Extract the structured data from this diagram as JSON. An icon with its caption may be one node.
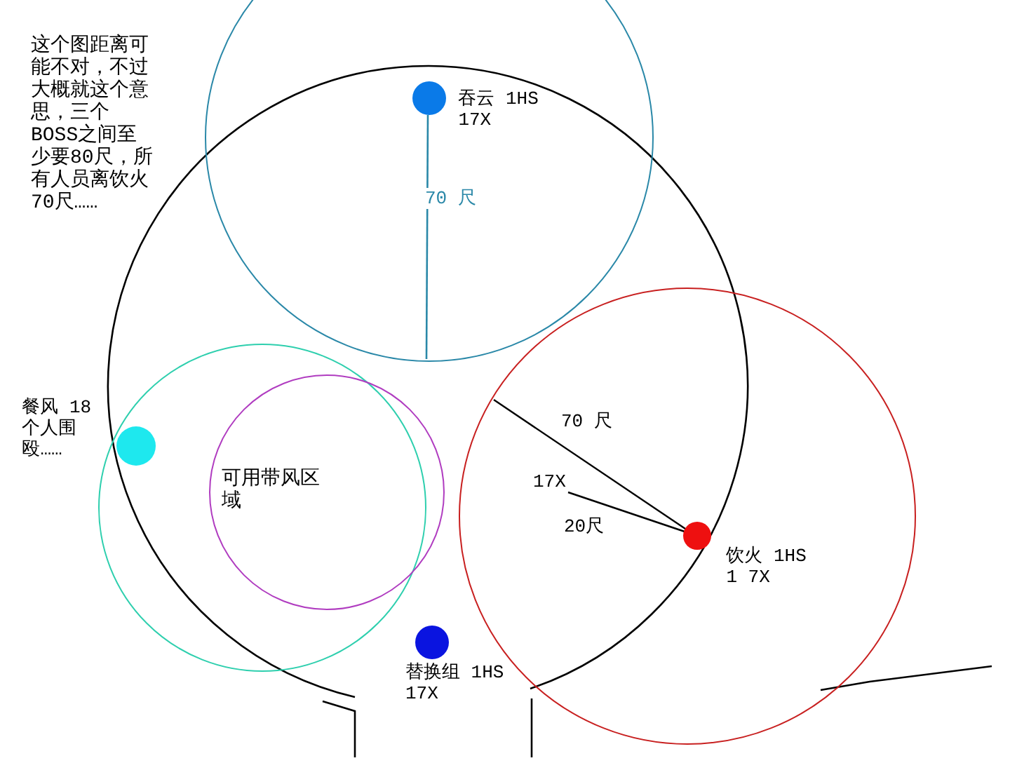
{
  "diagram": {
    "nodes": [
      {
        "text": [],
        "shape": "circle"
      },
      {
        "text": [],
        "shape": "circle",
        "beside": [
          "吞云 1HS 17X"
        ],
        "in": 0
      },
      {
        "text": [],
        "shape": "circle"
      },
      {
        "text": [],
        "shape": "circle",
        "beside": [
          "餐风 18个人围殴……"
        ],
        "in": 2
      },
      {
        "text": [
          "可用带风区域"
        ]
      },
      {
        "text": [],
        "shape": "circle"
      },
      {
        "text": [],
        "shape": "circle",
        "beside": [
          "饮火 1HS 1 7X"
        ],
        "in": 5
      },
      {
        "text": [],
        "shape": "circle",
        "beside": [
          "替换组 1HS 17X"
        ]
      }
    ],
    "labels": [
      "这个图距离可能不对，不过大概就这个意思，三个BOSS之间至少要80尺，所有人员离饮火70尺……",
      "70 尺",
      "70 尺",
      "17X",
      "20尺"
    ]
  }
}
